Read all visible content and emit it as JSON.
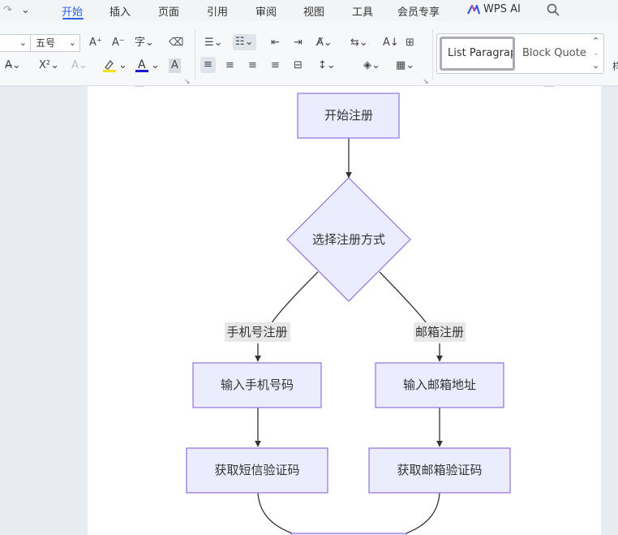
{
  "tabs": {
    "t1": "开始",
    "t2": "插入",
    "t3": "页面",
    "t4": "引用",
    "t5": "审阅",
    "t6": "视图",
    "t7": "工具",
    "t8": "会员专享",
    "t9": "WPS AI"
  },
  "ribbon": {
    "font_size": "五号",
    "styles": [
      "List Paragrap",
      "Block Quote"
    ]
  },
  "flowchart": {
    "start": "开始注册",
    "decision": "选择注册方式",
    "label_left": "手机号注册",
    "label_right": "邮箱注册",
    "left_step1": "输入手机号码",
    "right_step1": "输入邮箱地址",
    "left_step2": "获取短信验证码",
    "right_step2": "获取邮箱验证码"
  },
  "colors": {
    "accent": "#2a63e0",
    "node_fill": "#ececff",
    "node_border": "#9370db",
    "edge_label_bg": "#e8e8e8"
  }
}
